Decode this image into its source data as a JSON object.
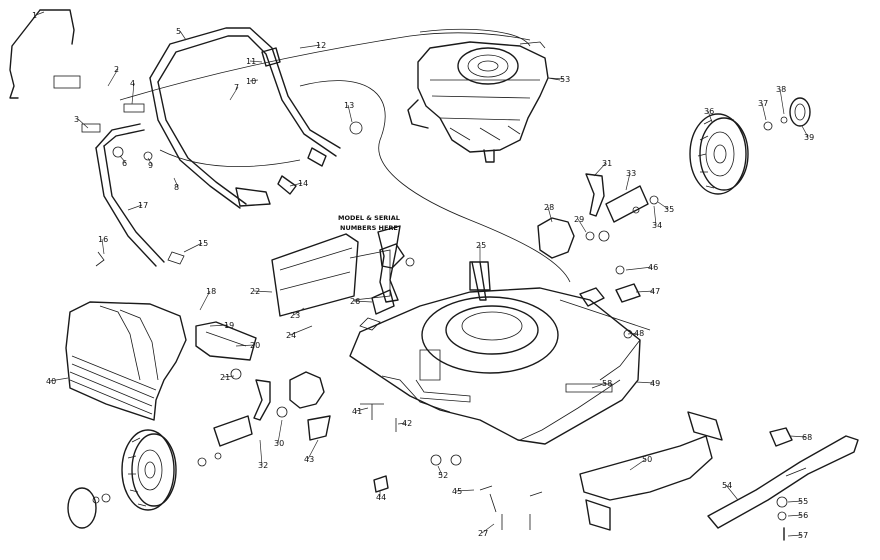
{
  "diagram": {
    "parts": [
      {
        "id": "p1",
        "label": "1",
        "name": "bail-handle"
      },
      {
        "id": "p2",
        "label": "2",
        "name": "control-cable-clip"
      },
      {
        "id": "p3",
        "label": "3",
        "name": "handle-bolt"
      },
      {
        "id": "p4",
        "label": "4",
        "name": "handle-knob"
      },
      {
        "id": "p5",
        "label": "5",
        "name": "upper-handle"
      },
      {
        "id": "p6",
        "label": "6",
        "name": "handle-screw"
      },
      {
        "id": "p7",
        "label": "7",
        "name": "lock-nut"
      },
      {
        "id": "p8",
        "label": "8",
        "name": "carriage-bolt"
      },
      {
        "id": "p9",
        "label": "9",
        "name": "handle-bracket"
      },
      {
        "id": "p10",
        "label": "10",
        "name": "handle-clamp"
      },
      {
        "id": "p11",
        "label": "11",
        "name": "clamp-bolt"
      },
      {
        "id": "p12",
        "label": "12",
        "name": "wing-nut"
      },
      {
        "id": "p13",
        "label": "13",
        "name": "handle-mount"
      },
      {
        "id": "p14",
        "label": "14",
        "name": "cable-tie"
      },
      {
        "id": "p15",
        "label": "15",
        "name": "hairpin-cotter"
      },
      {
        "id": "p16",
        "label": "16",
        "name": "handle-clip"
      },
      {
        "id": "p17",
        "label": "17",
        "name": "lower-handle"
      },
      {
        "id": "p18",
        "label": "18",
        "name": "screw"
      },
      {
        "id": "p19",
        "label": "19",
        "name": "chute-bracket"
      },
      {
        "id": "p20",
        "label": "20",
        "name": "rear-door"
      },
      {
        "id": "p21",
        "label": "21",
        "name": "bolt"
      },
      {
        "id": "p22",
        "label": "22",
        "name": "rear-baffle"
      },
      {
        "id": "p23",
        "label": "23",
        "name": "spring"
      },
      {
        "id": "p24",
        "label": "24",
        "name": "nut"
      },
      {
        "id": "p25",
        "label": "25",
        "name": "bracket"
      },
      {
        "id": "p26",
        "label": "26",
        "name": "hinge-bracket"
      },
      {
        "id": "p27",
        "label": "27",
        "name": "screw"
      },
      {
        "id": "p28",
        "label": "28",
        "name": "height-adjuster-plate"
      },
      {
        "id": "p29",
        "label": "29",
        "name": "spacer"
      },
      {
        "id": "p30",
        "label": "30",
        "name": "washer"
      },
      {
        "id": "p31",
        "label": "31",
        "name": "adjuster-lever"
      },
      {
        "id": "p32",
        "label": "32",
        "name": "spring"
      },
      {
        "id": "p33",
        "label": "33",
        "name": "lever-bracket"
      },
      {
        "id": "p34",
        "label": "34",
        "name": "washer"
      },
      {
        "id": "p35",
        "label": "35",
        "name": "wheel-bolt"
      },
      {
        "id": "p36",
        "label": "36",
        "name": "wheel"
      },
      {
        "id": "p37",
        "label": "37",
        "name": "washer"
      },
      {
        "id": "p38",
        "label": "38",
        "name": "nut"
      },
      {
        "id": "p39",
        "label": "39",
        "name": "hubcap"
      },
      {
        "id": "p40",
        "label": "40",
        "name": "grass-bag"
      },
      {
        "id": "p41",
        "label": "41",
        "name": "bolt"
      },
      {
        "id": "p42",
        "label": "42",
        "name": "washer"
      },
      {
        "id": "p43",
        "label": "43",
        "name": "shield"
      },
      {
        "id": "p44",
        "label": "44",
        "name": "nut"
      },
      {
        "id": "p45",
        "label": "45",
        "name": "clip"
      },
      {
        "id": "p46",
        "label": "46",
        "name": "nut"
      },
      {
        "id": "p47",
        "label": "47",
        "name": "cable-bracket"
      },
      {
        "id": "p48",
        "label": "48",
        "name": "screw"
      },
      {
        "id": "p49",
        "label": "49",
        "name": "deck"
      },
      {
        "id": "p50",
        "label": "50",
        "name": "blade-baffle"
      },
      {
        "id": "p52",
        "label": "52",
        "name": "nut"
      },
      {
        "id": "p53",
        "label": "53",
        "name": "engine"
      },
      {
        "id": "p54",
        "label": "54",
        "name": "blade"
      },
      {
        "id": "p55",
        "label": "55",
        "name": "washer"
      },
      {
        "id": "p56",
        "label": "56",
        "name": "lock-washer"
      },
      {
        "id": "p57",
        "label": "57",
        "name": "blade-bolt"
      },
      {
        "id": "p58",
        "label": "58",
        "name": "decal"
      },
      {
        "id": "p68",
        "label": "68",
        "name": "blade-adapter"
      }
    ],
    "note_lines": [
      "MODEL & SERIAL",
      "NUMBERS HERE"
    ]
  }
}
